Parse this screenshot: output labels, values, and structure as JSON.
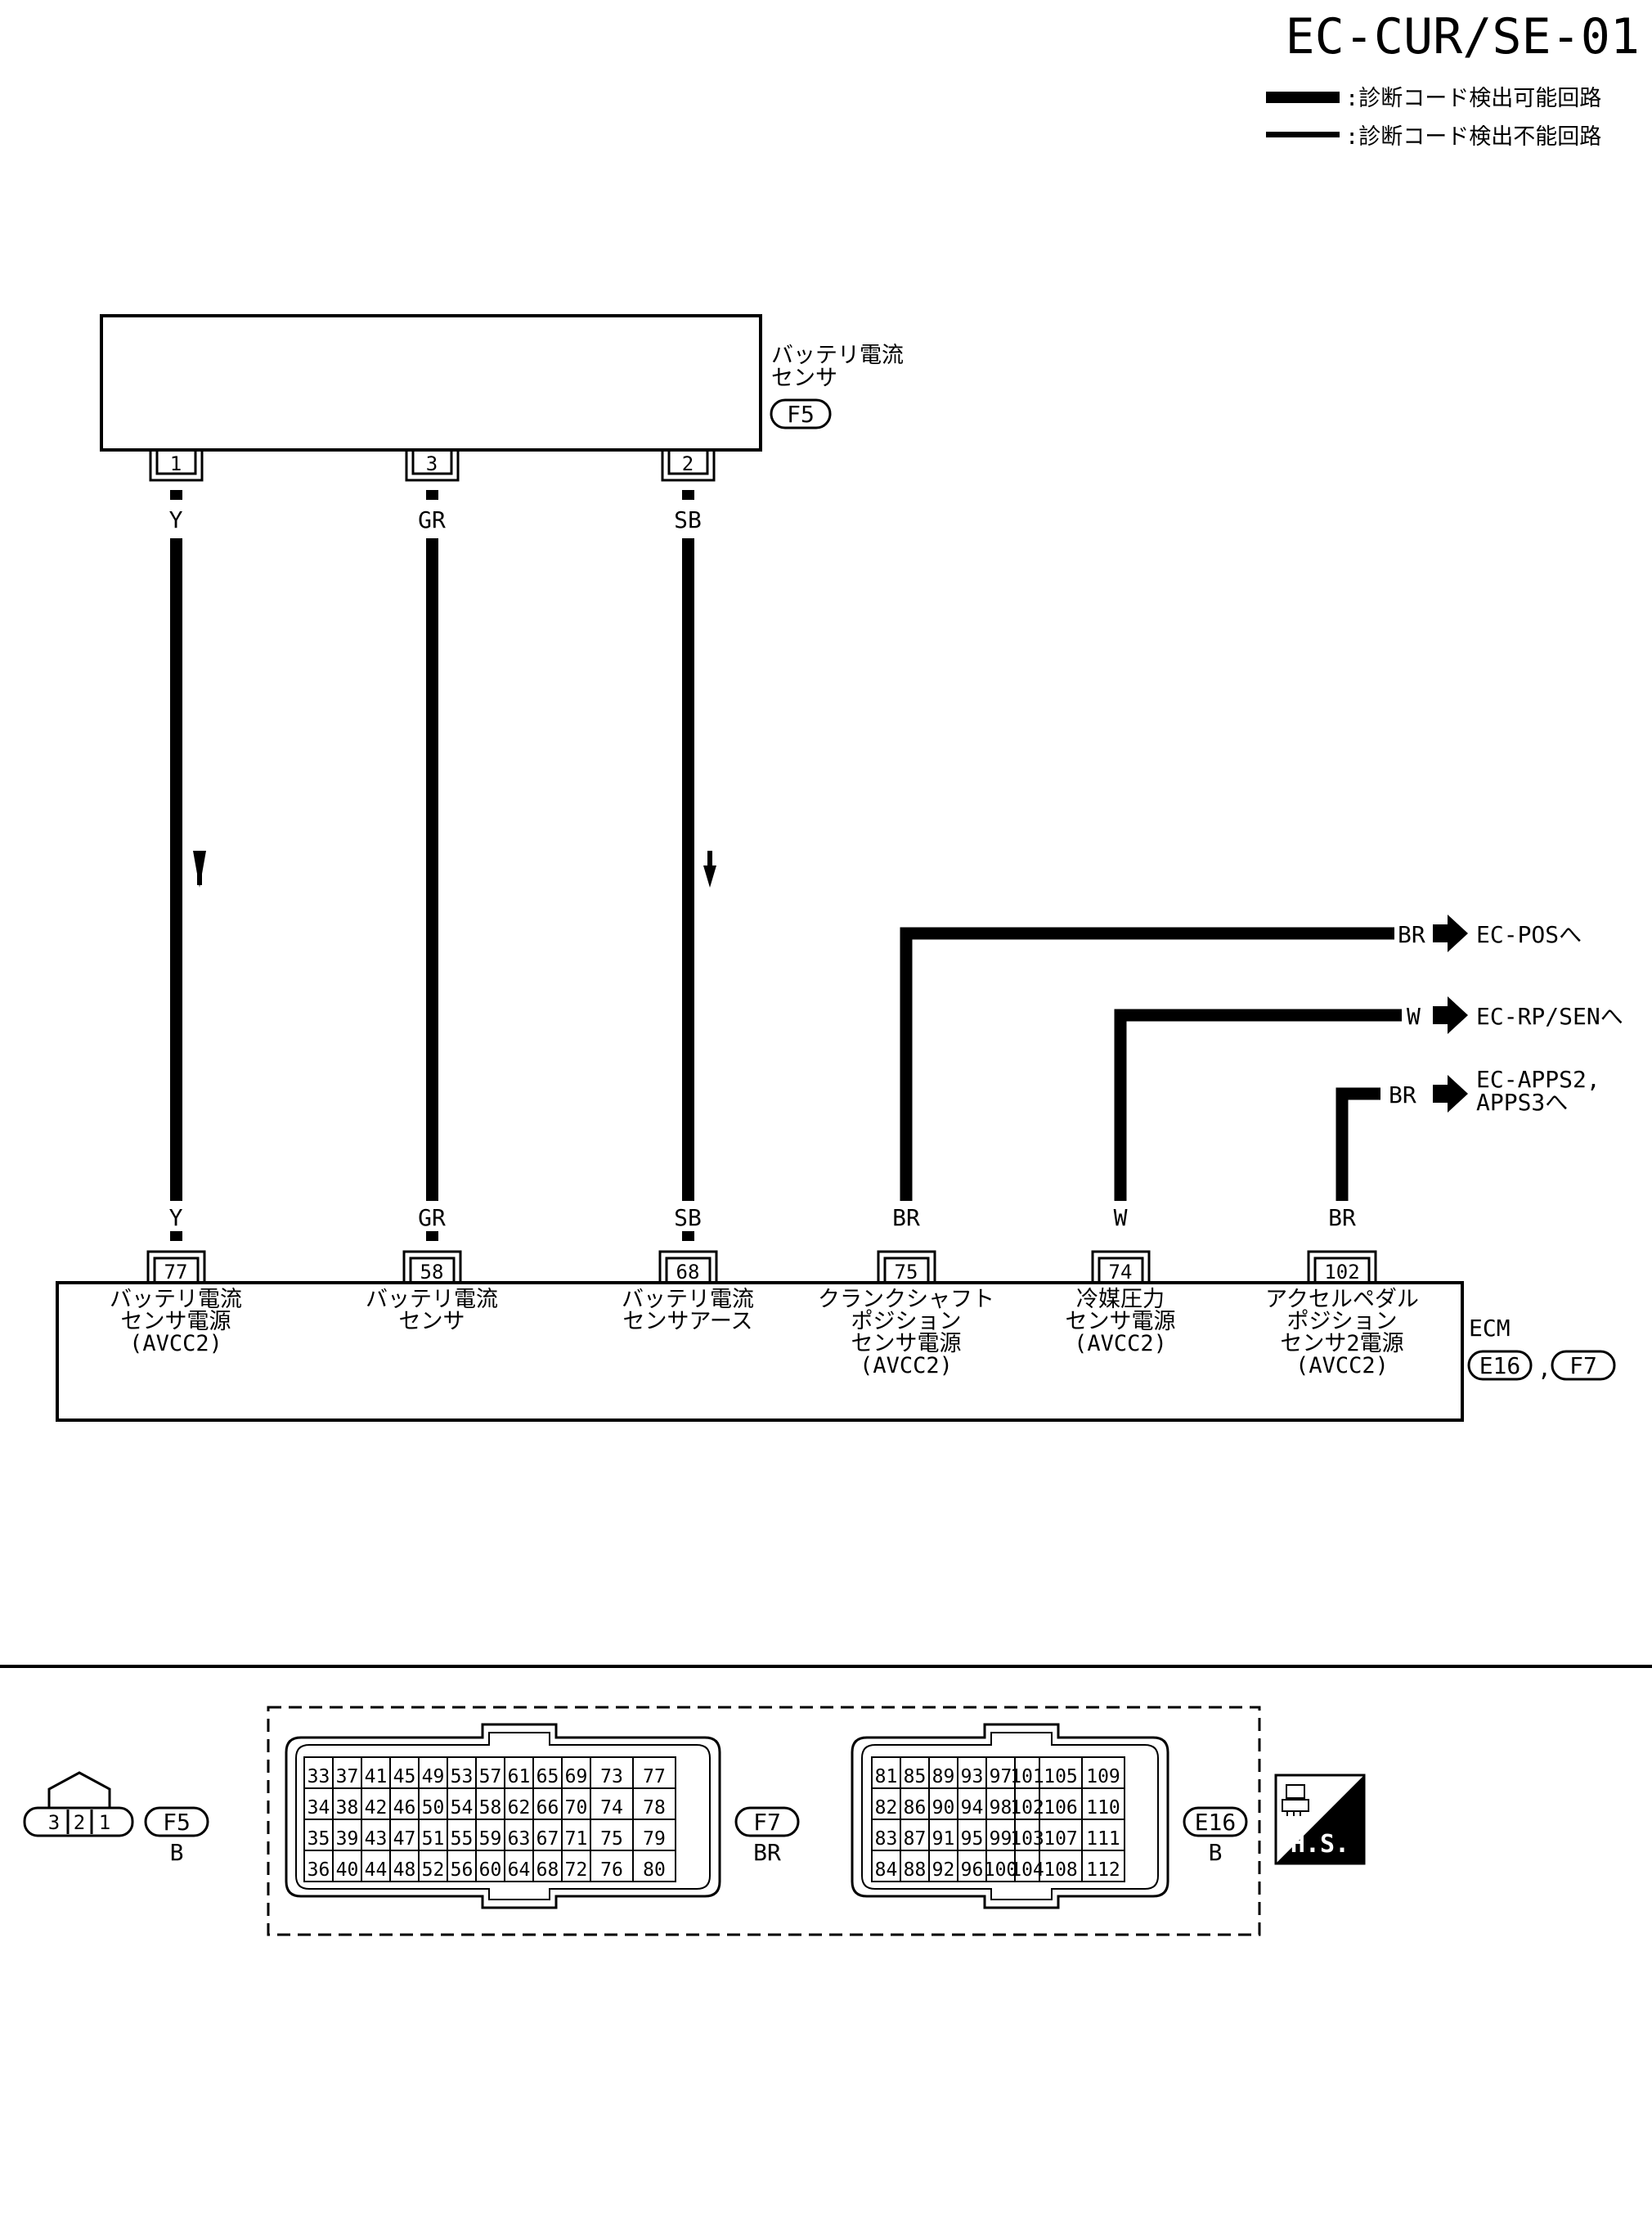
{
  "page_id": "EC-CUR/SE-01",
  "legend": [
    {
      "style": "thick",
      "text": ":診断コード検出可能回路"
    },
    {
      "style": "thin",
      "text": ":診断コード検出不能回路"
    }
  ],
  "sensor": {
    "name_line1": "バッテリ電流",
    "name_line2": "センサ",
    "connector": "F5",
    "pins": [
      {
        "num": "1",
        "color": "Y"
      },
      {
        "num": "3",
        "color": "GR"
      },
      {
        "num": "2",
        "color": "SB"
      }
    ]
  },
  "ecm": {
    "name": "ECM",
    "connectors": [
      "E16",
      "F7"
    ],
    "separator": ",",
    "pins": [
      {
        "num": "77",
        "color": "Y",
        "label": [
          "バッテリ電流",
          "センサ電源",
          "(AVCC2)"
        ]
      },
      {
        "num": "58",
        "color": "GR",
        "label": [
          "バッテリ電流",
          "センサ"
        ]
      },
      {
        "num": "68",
        "color": "SB",
        "label": [
          "バッテリ電流",
          "センサアース"
        ]
      },
      {
        "num": "75",
        "color": "BR",
        "label": [
          "クランクシャフト",
          "ポジション",
          "センサ電源",
          "(AVCC2)"
        ]
      },
      {
        "num": "74",
        "color": "W",
        "label": [
          "冷媒圧力",
          "センサ電源",
          "(AVCC2)"
        ]
      },
      {
        "num": "102",
        "color": "BR",
        "label": [
          "アクセルペダル",
          "ポジション",
          "センサ2電源",
          "(AVCC2)"
        ]
      }
    ]
  },
  "outputs": [
    {
      "color": "BR",
      "dest": [
        "EC-POSへ"
      ]
    },
    {
      "color": "W",
      "dest": [
        "EC-RP/SENへ"
      ]
    },
    {
      "color": "BR",
      "dest": [
        "EC-APPS2,",
        "APPS3へ"
      ]
    }
  ],
  "connector_views": {
    "f5": {
      "id": "F5",
      "color": "B",
      "pins": [
        "3",
        "2",
        "1"
      ]
    },
    "f7": {
      "id": "F7",
      "color": "BR",
      "rows": [
        [
          "33",
          "37",
          "41",
          "45",
          "49",
          "53",
          "57",
          "61",
          "65",
          "69",
          "73",
          "77"
        ],
        [
          "34",
          "38",
          "42",
          "46",
          "50",
          "54",
          "58",
          "62",
          "66",
          "70",
          "74",
          "78"
        ],
        [
          "35",
          "39",
          "43",
          "47",
          "51",
          "55",
          "59",
          "63",
          "67",
          "71",
          "75",
          "79"
        ],
        [
          "36",
          "40",
          "44",
          "48",
          "52",
          "56",
          "60",
          "64",
          "68",
          "72",
          "76",
          "80"
        ]
      ]
    },
    "e16": {
      "id": "E16",
      "color": "B",
      "rows": [
        [
          "81",
          "85",
          "89",
          "93",
          "97",
          "101",
          "105",
          "109"
        ],
        [
          "82",
          "86",
          "90",
          "94",
          "98",
          "102",
          "106",
          "110"
        ],
        [
          "83",
          "87",
          "91",
          "95",
          "99",
          "103",
          "107",
          "111"
        ],
        [
          "84",
          "88",
          "92",
          "96",
          "100",
          "104",
          "108",
          "112"
        ]
      ]
    },
    "hs_label": "H.S."
  }
}
